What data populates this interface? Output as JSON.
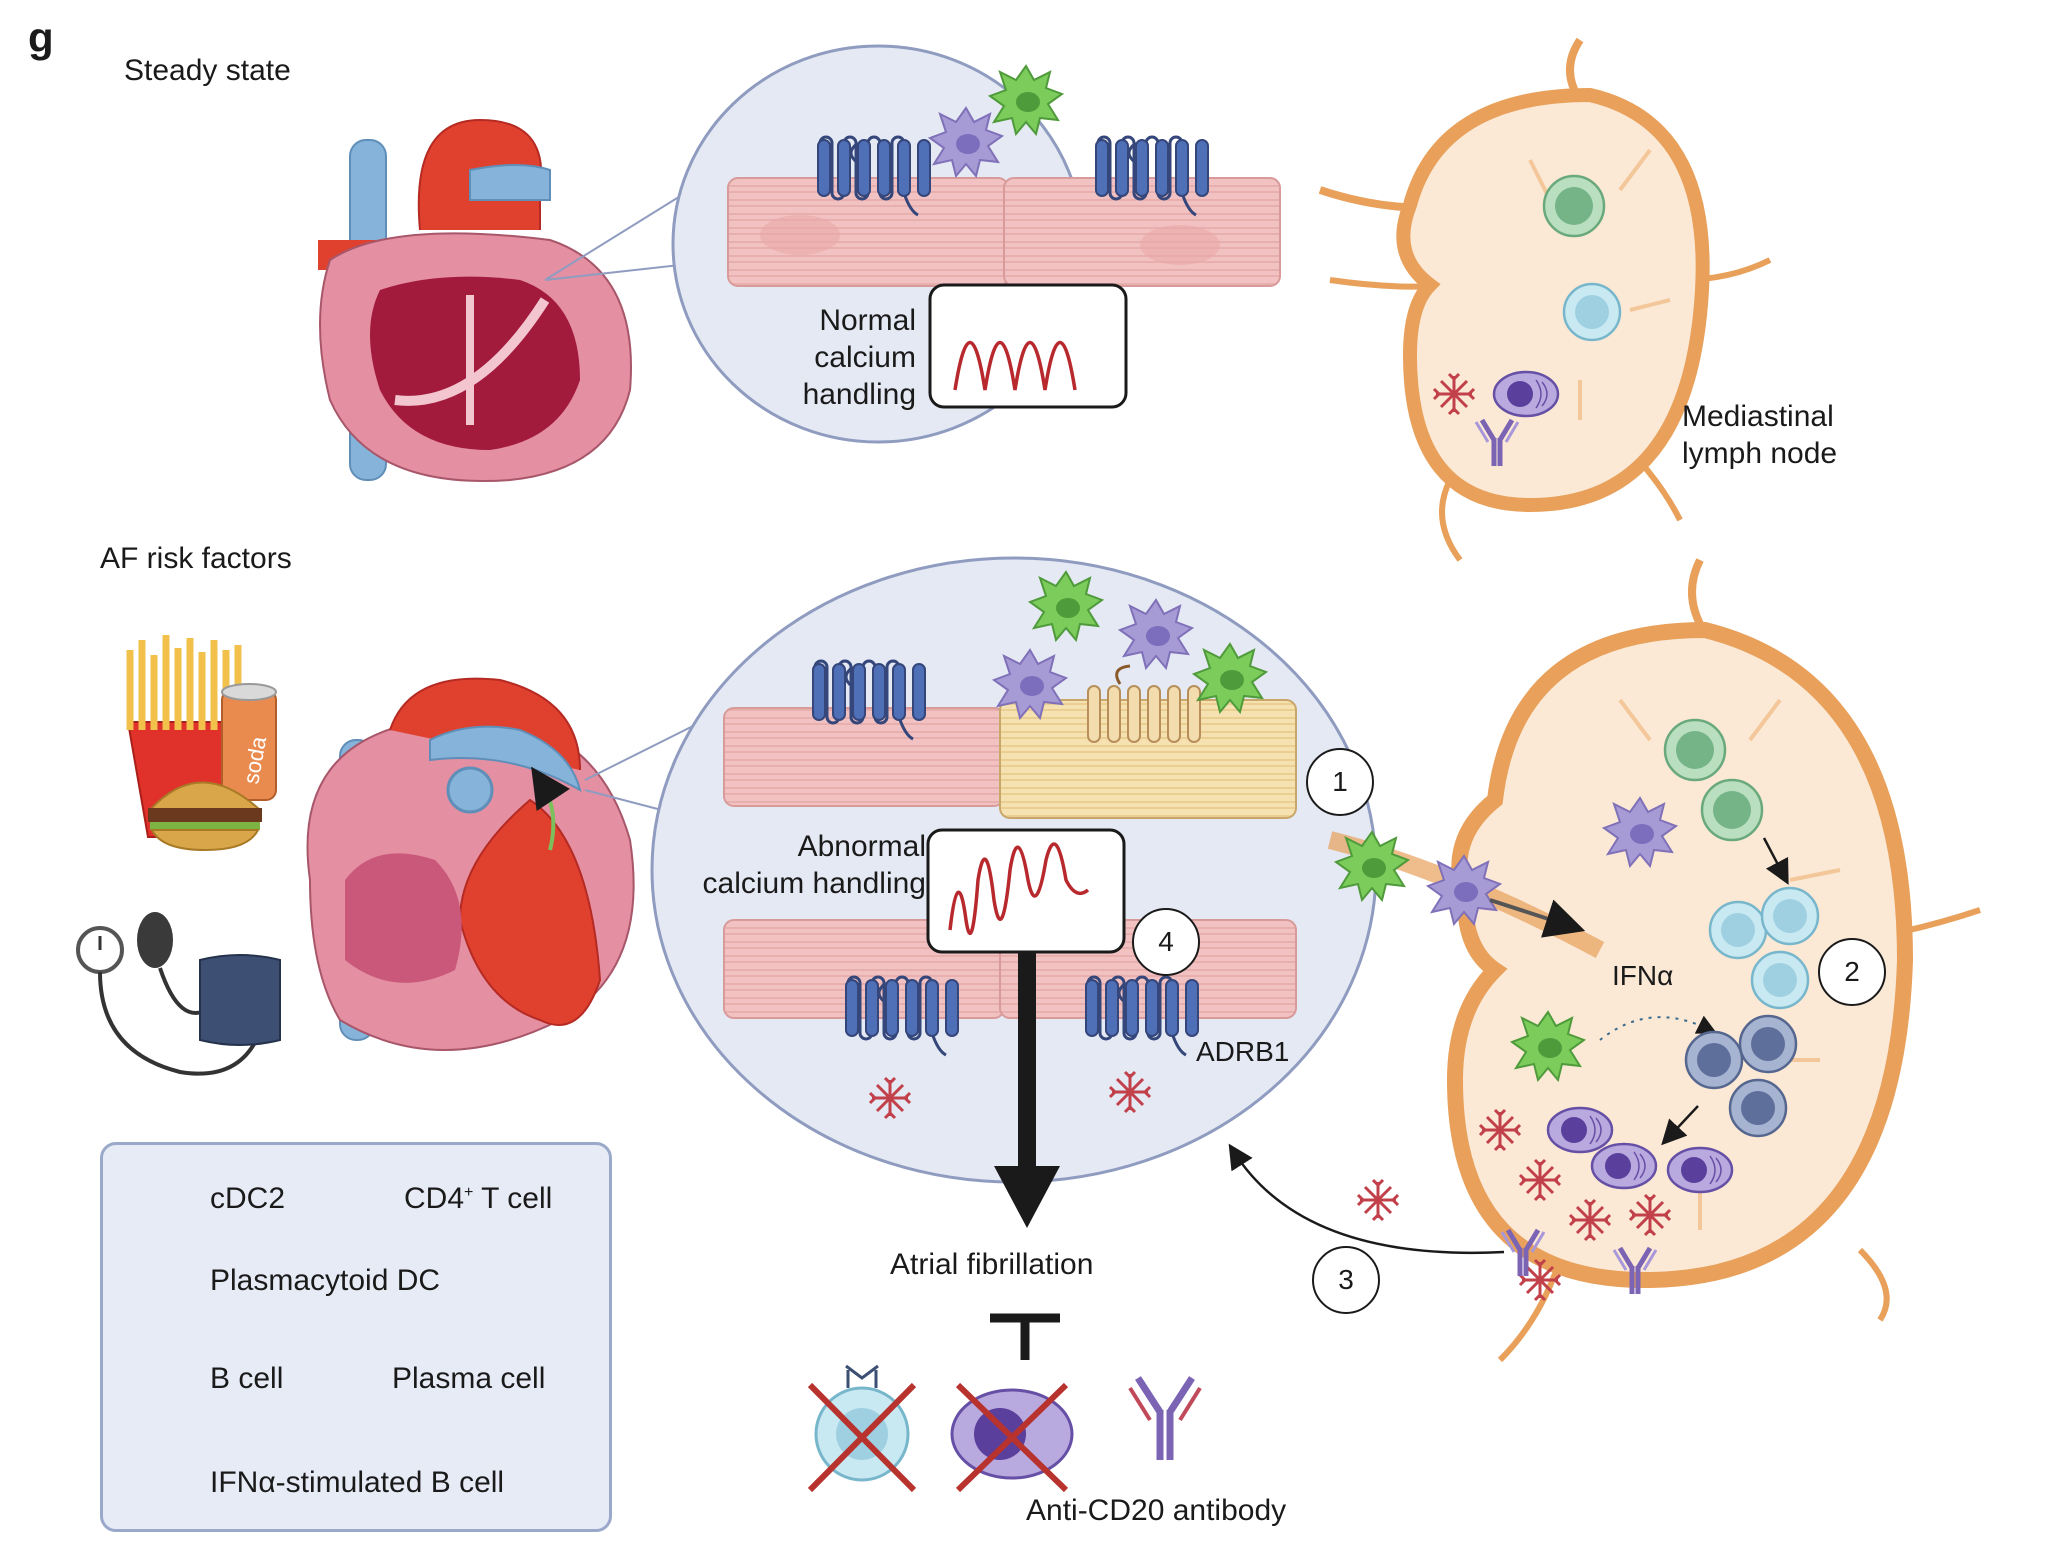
{
  "panel_letter": "g",
  "sections": {
    "steady_state": "Steady state",
    "af_risk_factors": "AF risk factors"
  },
  "labels": {
    "normal_calcium": [
      "Normal",
      "calcium",
      "handling"
    ],
    "abnormal_calcium": [
      "Abnormal",
      "calcium handling"
    ],
    "mediastinal": [
      "Mediastinal",
      "lymph node"
    ],
    "ifna": "IFNα",
    "adrb1": "ADRB1",
    "atrial_fibrillation": "Atrial fibrillation",
    "anti_cd20": "Anti-CD20 antibody",
    "soda": "soda"
  },
  "step_numbers": [
    "1",
    "2",
    "3",
    "4"
  ],
  "legend": {
    "cdc2": "cDC2",
    "cd4_main": "CD4",
    "cd4_sup": "+",
    "cd4_rest": " T cell",
    "pdc": "Plasmacytoid DC",
    "bcell": "B cell",
    "plasma": "Plasma cell",
    "ifn_bcell": "IFNα-stimulated B cell"
  },
  "colors": {
    "ellipse_fill": "#e4e9f4",
    "ellipse_stroke": "#8f9cc0",
    "muscle": "#f2c2c2",
    "muscle_stroke": "#d99a9a",
    "muscle_damaged": "#f5e2b0",
    "receptor": "#4f6fb6",
    "receptor_damaged": "#c8a272",
    "trace": "#b8292e",
    "lymph_outer": "#e8a05a",
    "lymph_inner": "#fbe9d6",
    "cdc2": "#a79bd6",
    "pdc": "#6fbf55",
    "cd4": "#8cc59a",
    "bcell": "#a8d7e6",
    "ifn_bcell": "#7d8fb7",
    "plasma": "#7c64b4",
    "cross": "#b8322e",
    "heart_red": "#e0412f",
    "heart_blue": "#86b3d9",
    "heart_pink": "#e48fa2",
    "heart_dark": "#a21a3c"
  }
}
